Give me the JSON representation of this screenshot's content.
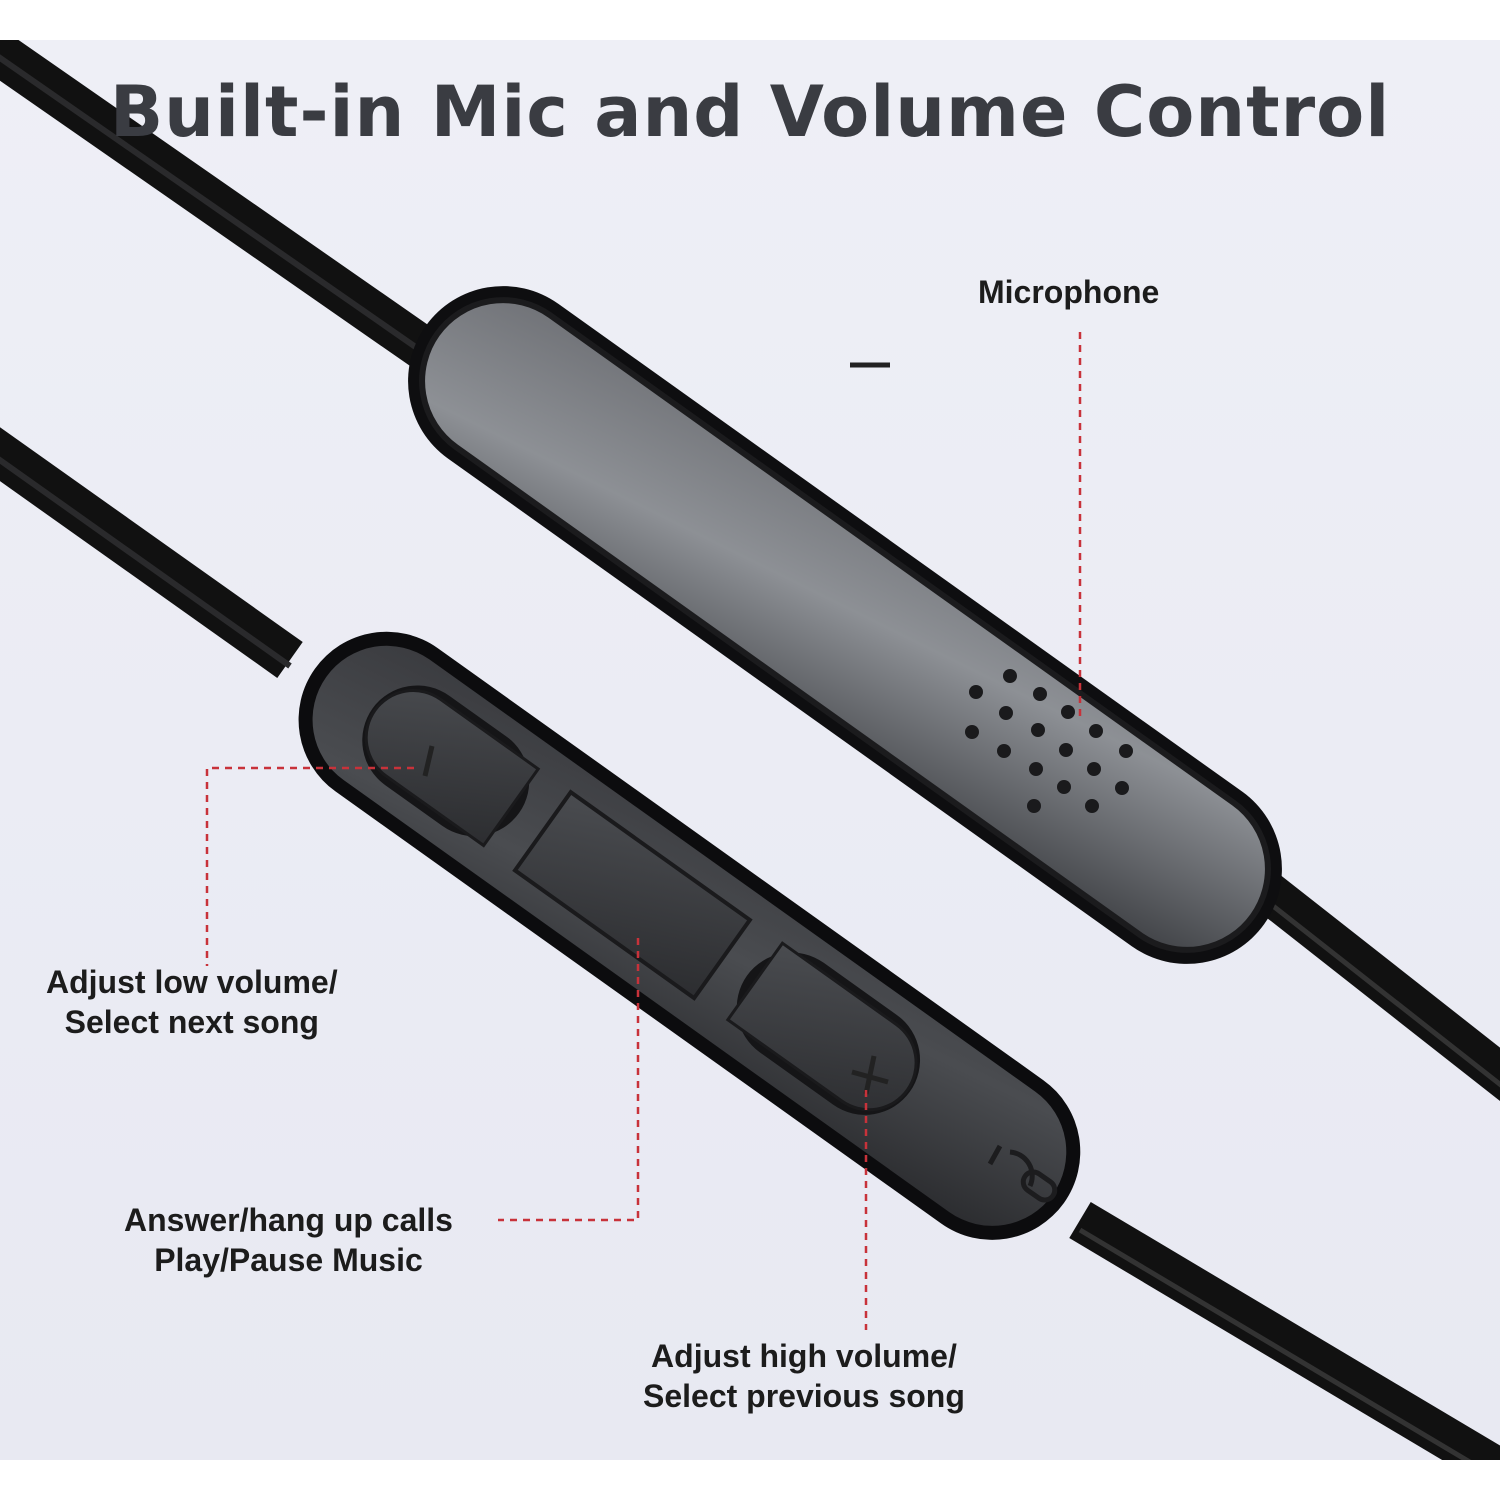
{
  "title": "Built-in Mic and Volume Control",
  "callouts": {
    "microphone": {
      "line1": "Microphone"
    },
    "low_volume": {
      "line1": "Adjust low volume/",
      "line2": "Select next song"
    },
    "answer": {
      "line1": "Answer/hang up calls",
      "line2": "Play/Pause Music"
    },
    "high_volume": {
      "line1": "Adjust high volume/",
      "line2": "Select previous song"
    }
  },
  "icons": {
    "minus": "minus-icon",
    "plus": "plus-icon",
    "headset": "headset-icon",
    "mic_grille": "microphone-grille-icon"
  },
  "colors": {
    "background": "#ebecf4",
    "leader_line": "#c8323a",
    "text": "#1c1c1c",
    "title": "#3a3c42"
  }
}
